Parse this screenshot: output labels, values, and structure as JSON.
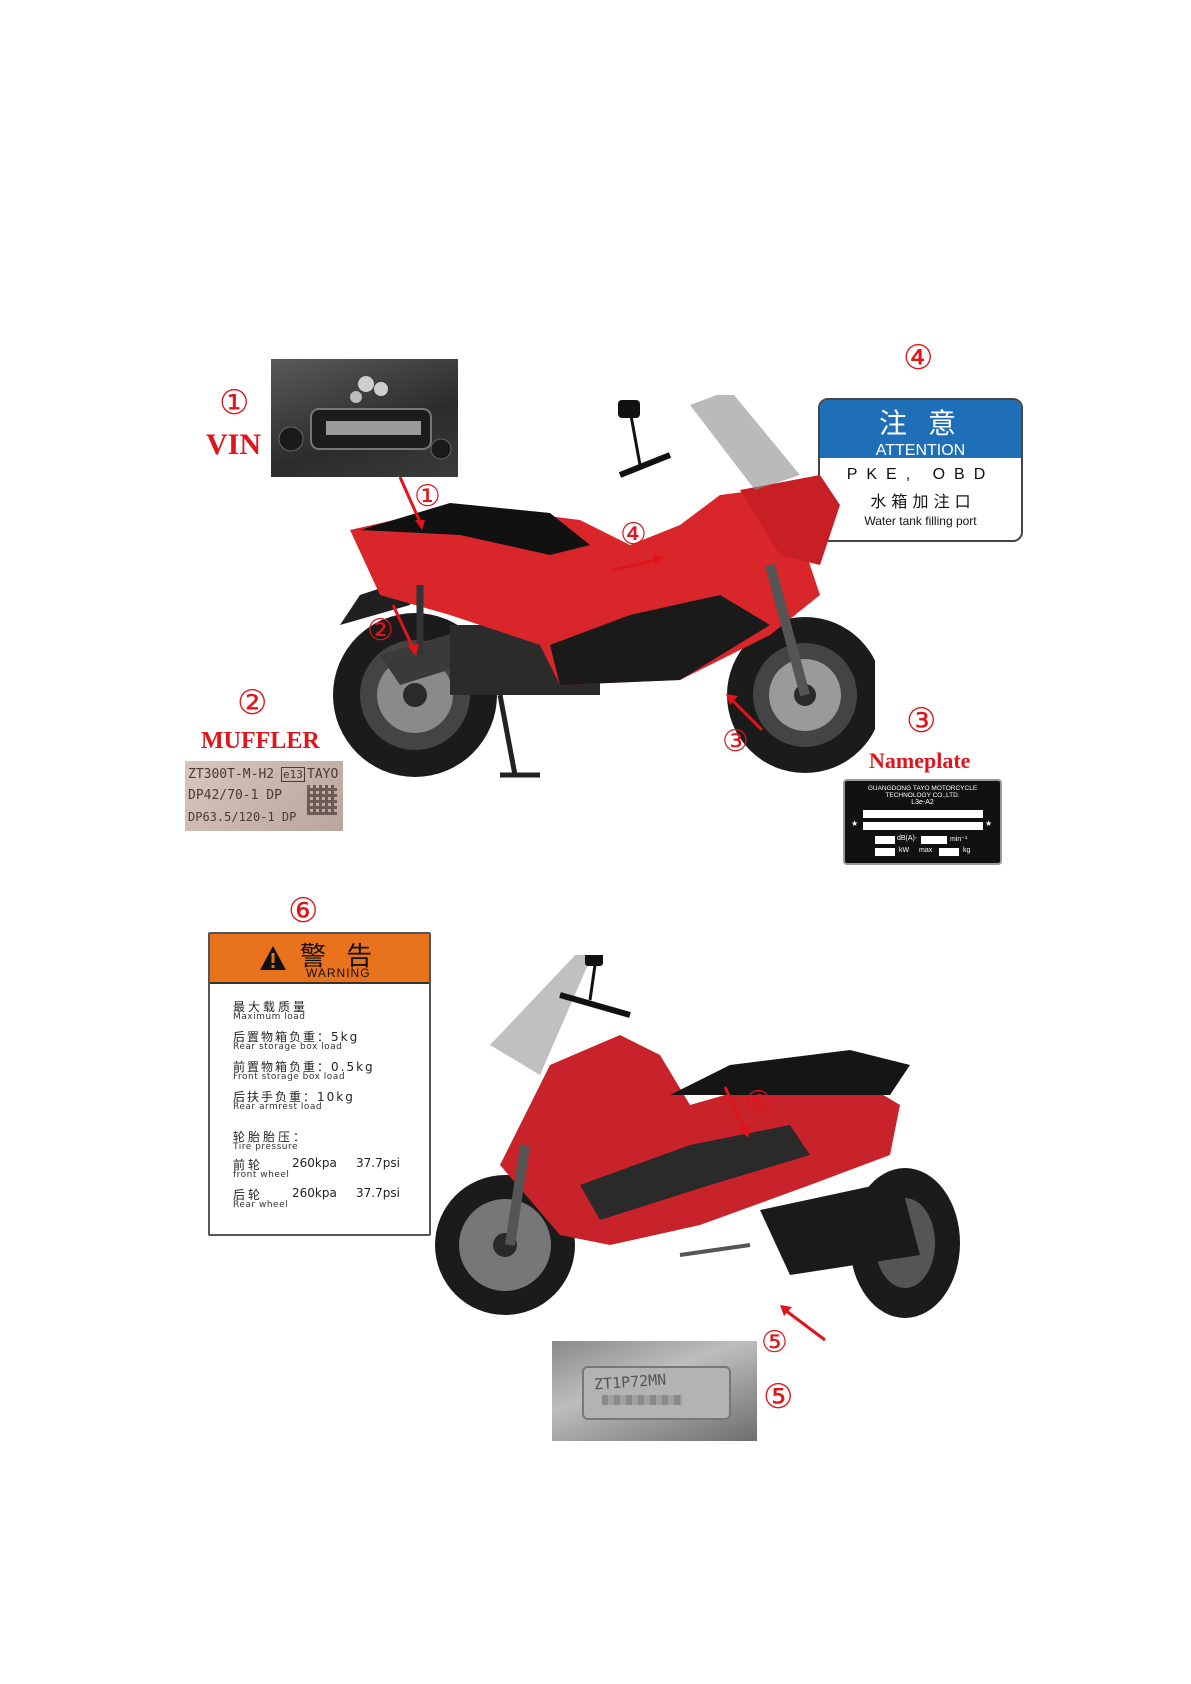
{
  "callouts": {
    "vin": {
      "num": "①",
      "label": "VIN"
    },
    "muffler": {
      "num": "②",
      "label": "MUFFLER"
    },
    "nameplate": {
      "num": "③",
      "label": "Nameplate"
    },
    "attention": {
      "num": "④"
    },
    "engine": {
      "num": "⑤"
    },
    "warning": {
      "num": "⑥"
    }
  },
  "muffler_plate": {
    "line1": "ZT300T-M-H2",
    "mark": "e13",
    "brand": "TAYO",
    "line2": "DP42/70-1 DP",
    "line3": "DP63.5/120-1 DP"
  },
  "attention_label": {
    "title_cn": "注 意",
    "title_en": "ATTENTION",
    "line1": "PKE, OBD",
    "line2_cn": "水 箱 加 注 口",
    "line2_en": "Water tank filling port"
  },
  "nameplate_plate": {
    "company1": "GUANGDONG TAYO MOTORCYCLE",
    "company2": "TECHNOLOGY CO.,LTD.",
    "category": "L3e-A2",
    "unit_db": "dB(A)-",
    "unit_min": "min⁻¹",
    "unit_kw": "kW",
    "unit_max": "max",
    "unit_kg": "kg"
  },
  "engine_plate": {
    "code": "ZT1P72MN"
  },
  "warning_label": {
    "title_cn": "警 告",
    "title_en": "WARNING",
    "items": [
      {
        "cn": "最大载质量",
        "en": "Maximum load"
      },
      {
        "cn": "后置物箱负重：5kg",
        "en": "Rear storage box load"
      },
      {
        "cn": "前置物箱负重：0.5kg",
        "en": "Front storage box load"
      },
      {
        "cn": "后扶手负重：10kg",
        "en": "Rear armrest load"
      }
    ],
    "tire_cn": "轮胎胎压：",
    "tire_en": "Tire pressure",
    "front_cn": "前轮",
    "front_en": "front wheel",
    "front_kpa": "260kpa",
    "front_psi": "37.7psi",
    "rear_cn": "后轮",
    "rear_en": "Rear wheel",
    "rear_kpa": "260kpa",
    "rear_psi": "37.7psi"
  },
  "colors": {
    "callout_red": "#e0141a",
    "bike_red": "#d8262b",
    "attention_blue": "#1f6fb8",
    "warning_orange": "#e8731c"
  }
}
